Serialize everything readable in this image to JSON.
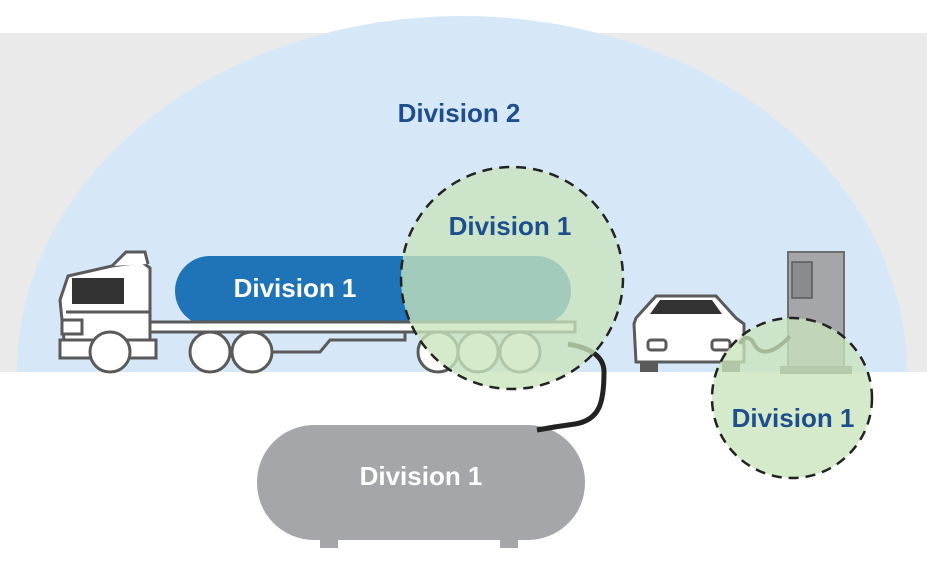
{
  "zones": {
    "division2_label": "Division 2",
    "tanker_vent_label": "Division 1",
    "tanker_tank_label": "Division 1",
    "dispenser_label": "Division 1",
    "storage_tank_label": "Division 1"
  },
  "colors": {
    "division2_fill": "#d6e8f8",
    "division1_fill": "#c9e4bd",
    "tank_blue": "#1f74b8",
    "label_dark_blue": "#1f4e8c",
    "storage_gray": "#a5a6a9",
    "outline_gray": "#5a5a5a",
    "ground_gray": "#eaeaea"
  },
  "icons": [
    "tanker-truck-icon",
    "car-icon",
    "fuel-dispenser-icon",
    "storage-tank-icon",
    "hose-icon"
  ]
}
